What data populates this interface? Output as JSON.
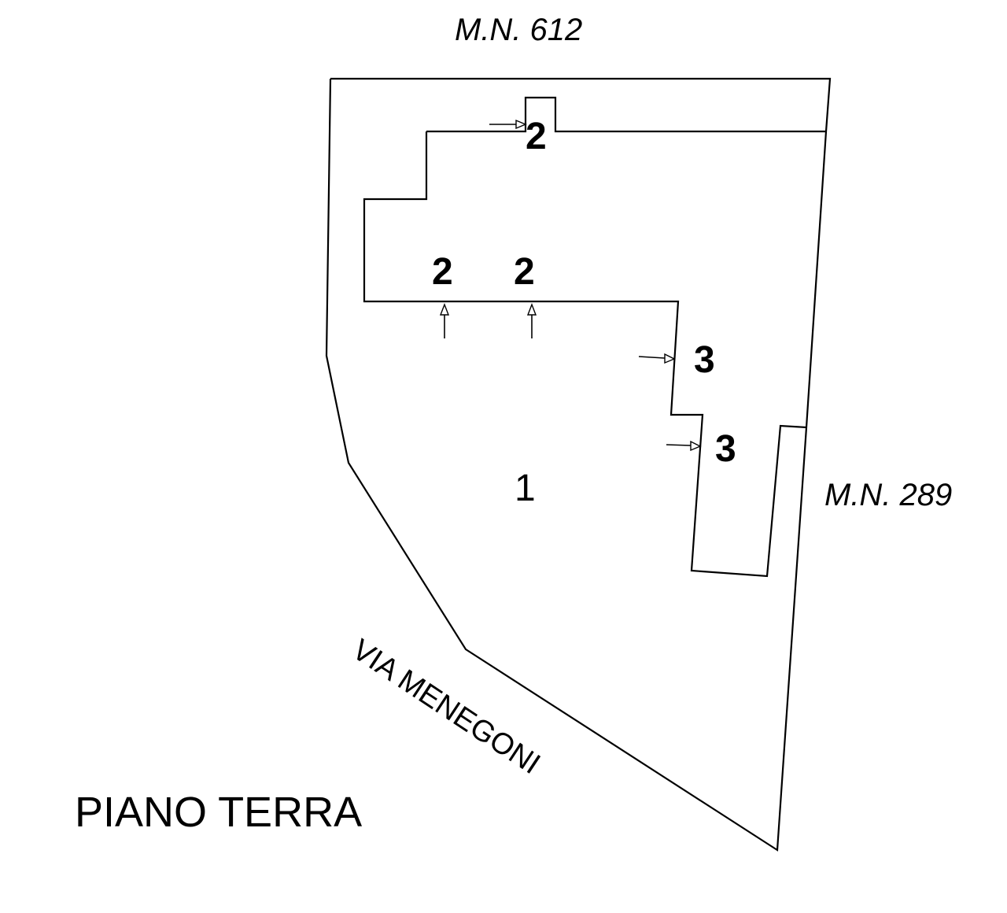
{
  "plan": {
    "title": "PIANO TERRA",
    "neighbor_top": "M.N. 612",
    "neighbor_right": "M.N. 289",
    "street": "VIA MENEGONI",
    "units": {
      "main": "1",
      "entrance_a": "2",
      "entrance_b": "2",
      "entrance_c": "2",
      "entrance_d": "3",
      "entrance_e": "3"
    }
  }
}
